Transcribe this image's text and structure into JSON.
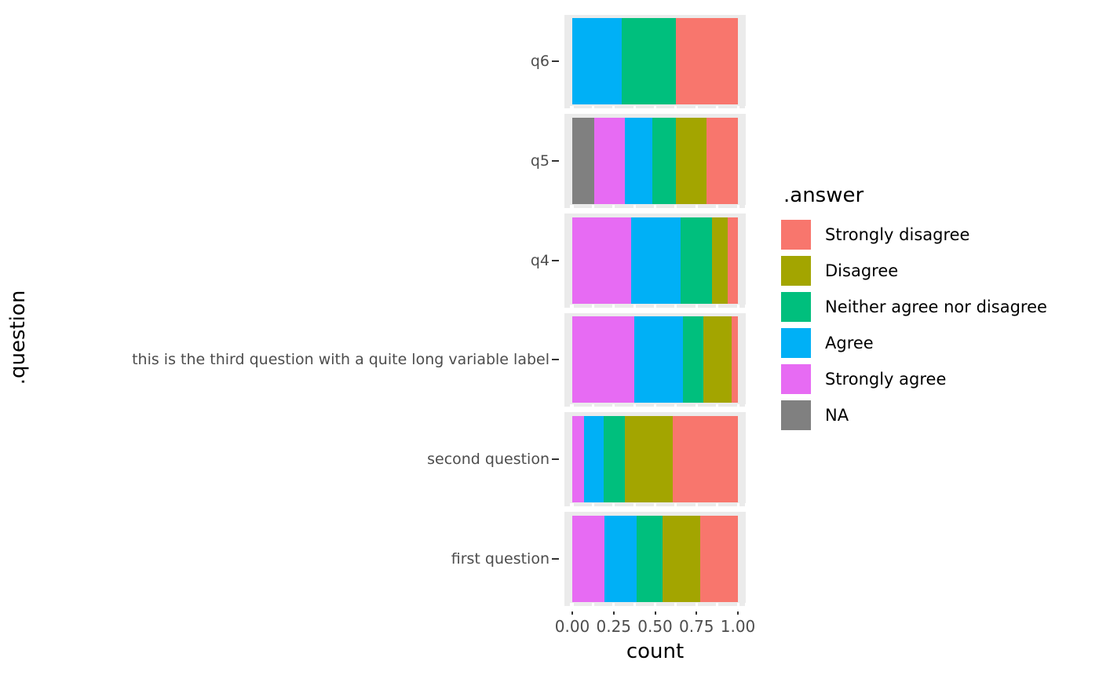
{
  "chart_data": {
    "type": "bar",
    "subtype": "stacked-horizontal-100pct",
    "title": "",
    "xlabel": "count",
    "ylabel": ".question",
    "legend_title": ".answer",
    "legend_position": "right",
    "grid": true,
    "xlim": [
      0,
      1
    ],
    "xticks": [
      0.0,
      0.25,
      0.5,
      0.75,
      1.0
    ],
    "xticklabels": [
      "0.00",
      "0.25",
      "0.50",
      "0.75",
      "1.00"
    ],
    "categories": [
      "q6",
      "q5",
      "q4",
      "this is the third question with a quite long variable label",
      "second question",
      "first question"
    ],
    "series": [
      {
        "name": "Strongly disagree",
        "color": "#F8766D",
        "values": [
          0.374,
          0.19,
          0.062,
          0.038,
          0.393,
          0.228
        ]
      },
      {
        "name": "Disagree",
        "color": "#A3A500",
        "values": [
          0.0,
          0.185,
          0.095,
          0.171,
          0.289,
          0.228
        ]
      },
      {
        "name": "Neither agree nor disagree",
        "color": "#00BF7D",
        "values": [
          0.327,
          0.142,
          0.19,
          0.123,
          0.128,
          0.156
        ]
      },
      {
        "name": "Agree",
        "color": "#00B0F6",
        "values": [
          0.299,
          0.166,
          0.299,
          0.294,
          0.118,
          0.194
        ]
      },
      {
        "name": "Strongly agree",
        "color": "#E76BF3",
        "values": [
          0.0,
          0.185,
          0.354,
          0.374,
          0.072,
          0.194
        ]
      },
      {
        "name": "NA",
        "color": "#808080",
        "values": [
          0.0,
          0.132,
          0.0,
          0.0,
          0.0,
          0.0
        ]
      }
    ],
    "stack_order": [
      "NA",
      "Strongly agree",
      "Agree",
      "Neither agree nor disagree",
      "Disagree",
      "Strongly disagree"
    ]
  },
  "legend": {
    "title": ".answer",
    "items": [
      {
        "label": "Strongly disagree",
        "color": "#F8766D"
      },
      {
        "label": "Disagree",
        "color": "#A3A500"
      },
      {
        "label": "Neither agree nor disagree",
        "color": "#00BF7D"
      },
      {
        "label": "Agree",
        "color": "#00B0F6"
      },
      {
        "label": "Strongly agree",
        "color": "#E76BF3"
      },
      {
        "label": "NA",
        "color": "#808080"
      }
    ]
  },
  "axes": {
    "x_title": "count",
    "y_title": ".question",
    "x_tick_labels": [
      "0.00",
      "0.25",
      "0.50",
      "0.75",
      "1.00"
    ],
    "y_tick_labels": [
      "q6",
      "q5",
      "q4",
      "this is the third question with a quite long variable label",
      "second question",
      "first question"
    ]
  },
  "theme": {
    "panel_background": "#EBEBEB",
    "plot_background": "#FFFFFF",
    "grid_color": "#FFFFFF",
    "tick_label_color": "#4D4D4D",
    "axis_title_color": "#000000"
  }
}
